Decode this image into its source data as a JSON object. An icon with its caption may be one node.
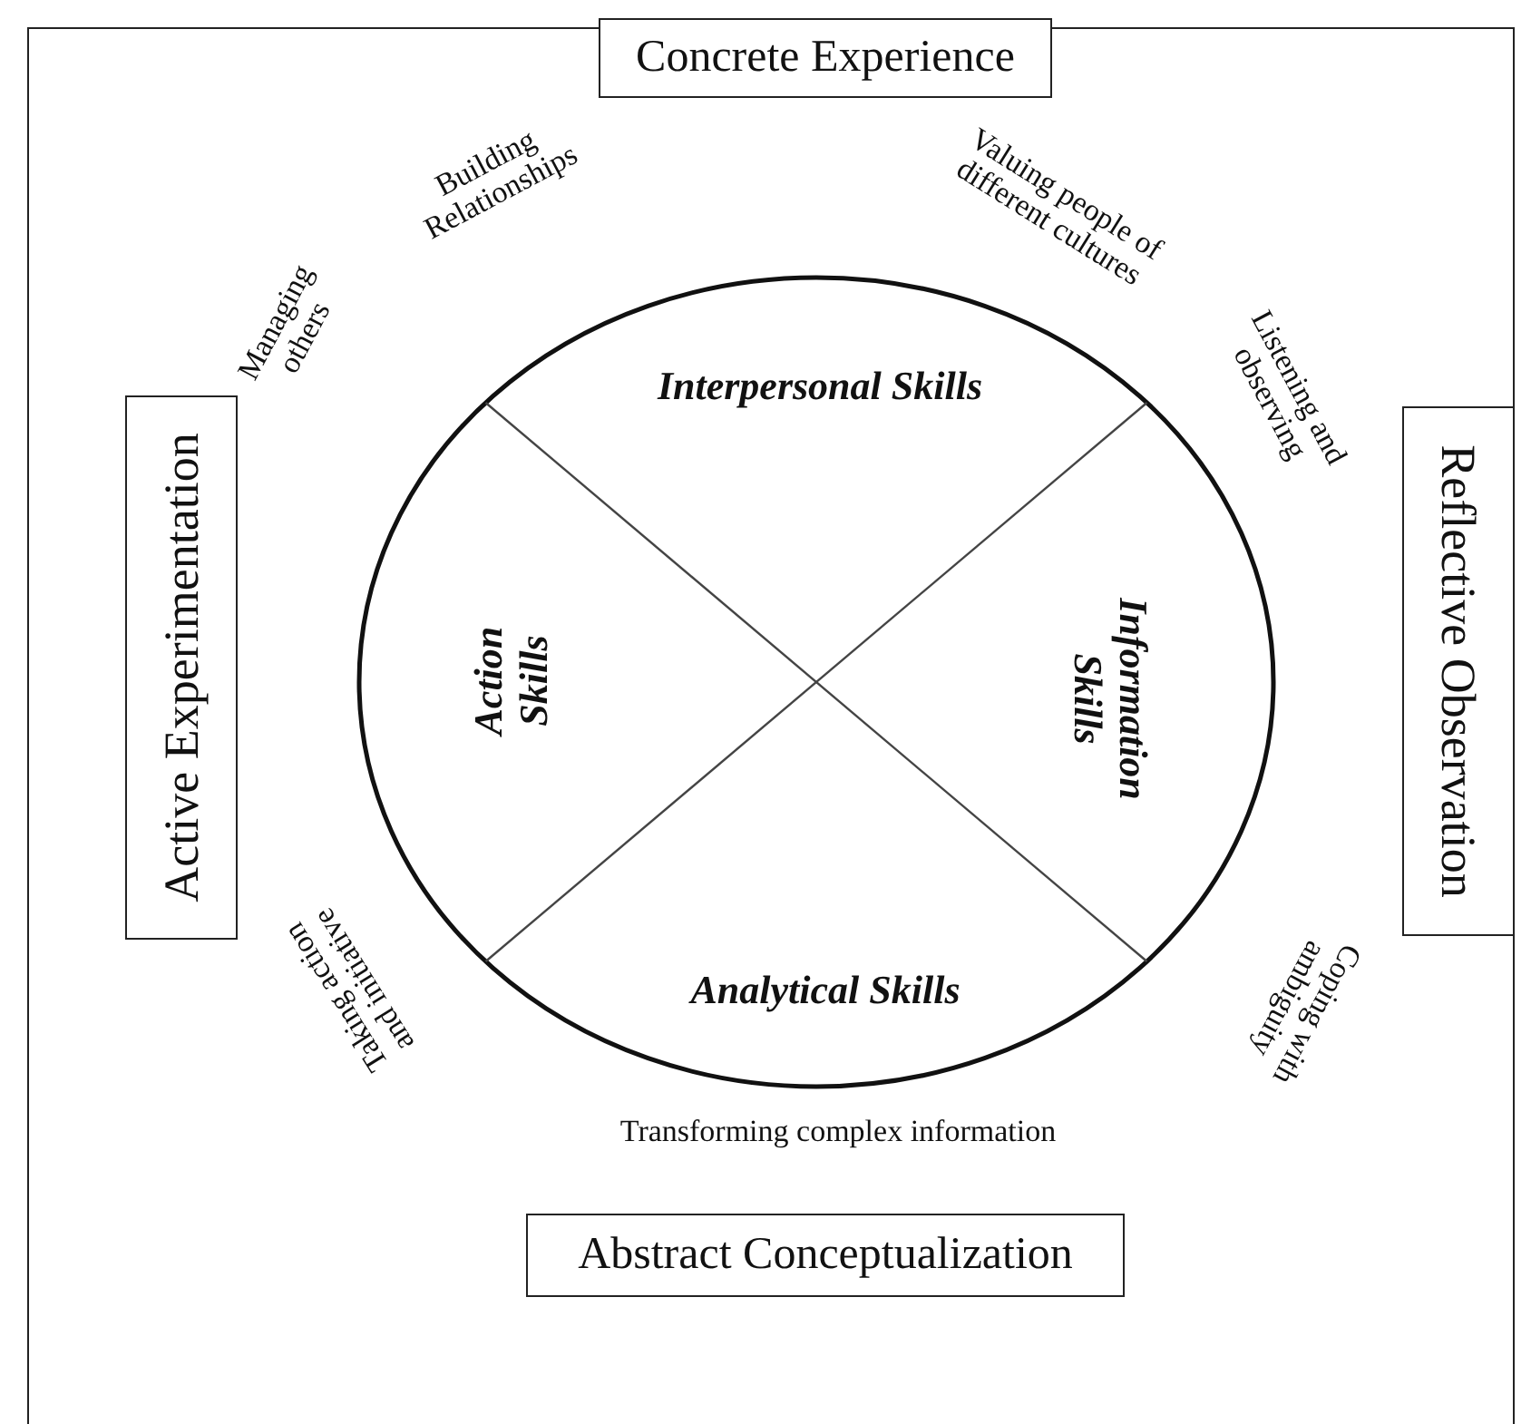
{
  "diagram": {
    "nodes": [
      {
        "text": [
          "Concrete Experience"
        ]
      },
      {
        "text": [
          "Active Experimentation"
        ]
      },
      {
        "text": [
          "Reflective Observation"
        ]
      },
      {
        "text": [
          "Abstract Conceptualization"
        ]
      }
    ],
    "edges": [],
    "labels": [
      "Building Relationships",
      "Valuing people of different cultures",
      "Interpersonal Skills",
      "Managing others",
      "Listening and observing",
      "Action Skills",
      "Information Skills",
      "Taking action and initiative",
      "Coping with ambiguity",
      "Analytical Skills",
      "Transforming complex information"
    ]
  }
}
